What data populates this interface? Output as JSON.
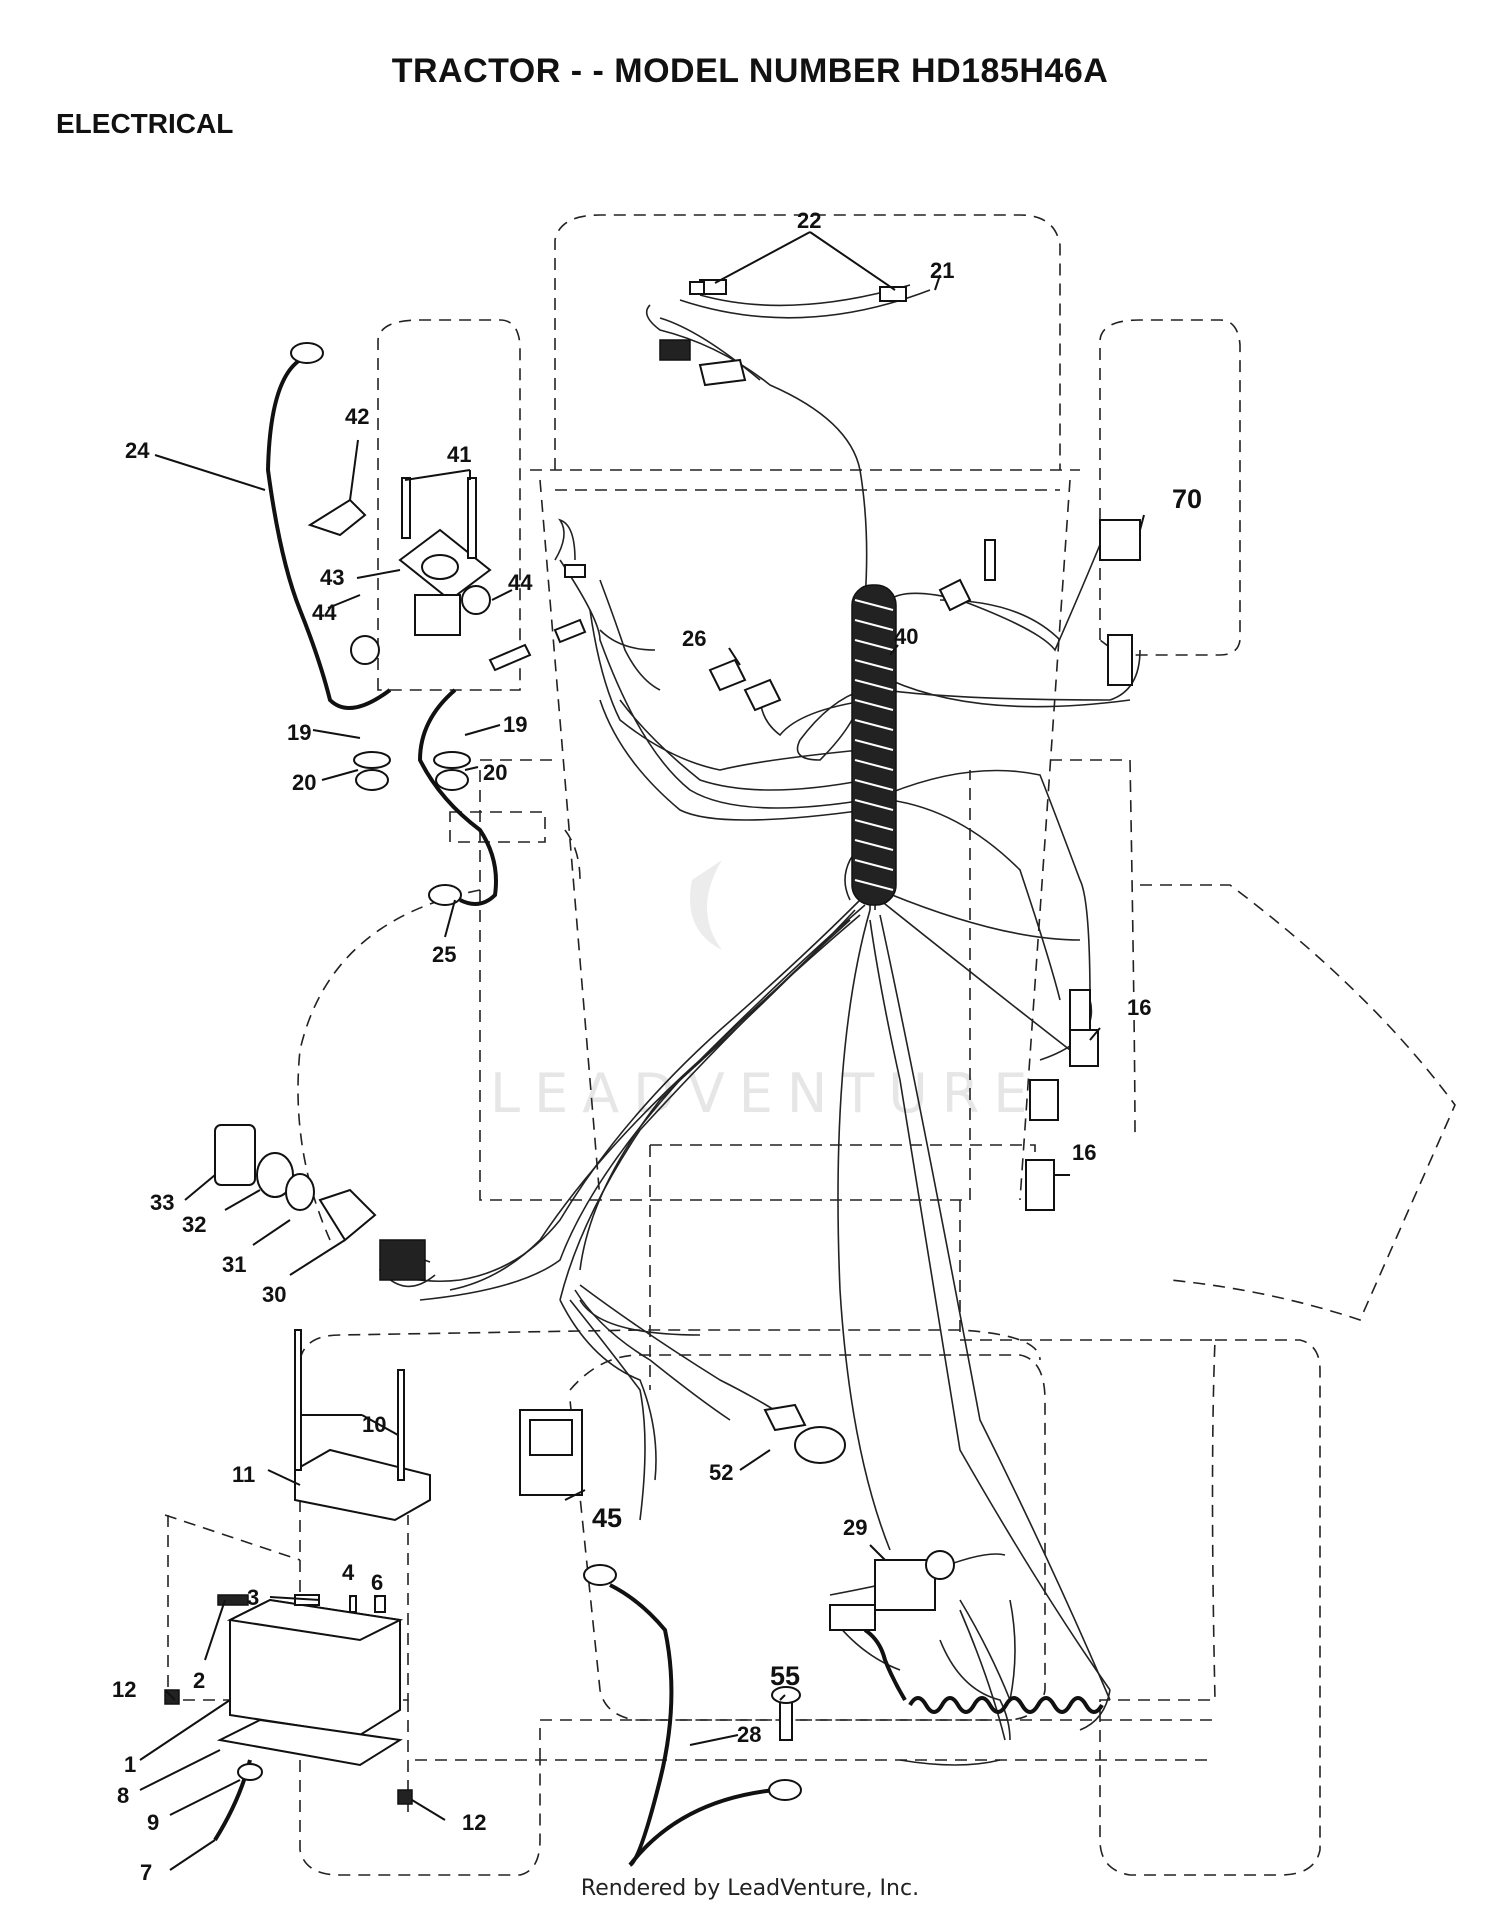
{
  "header": {
    "title": "TRACTOR - - MODEL NUMBER HD185H46A",
    "section": "ELECTRICAL"
  },
  "watermark": "LEADVENTURE",
  "footer": "Rendered by LeadVenture, Inc.",
  "callouts": {
    "p1": "1",
    "p2": "2",
    "p3": "3",
    "p4": "4",
    "p6": "6",
    "p7": "7",
    "p8": "8",
    "p9": "9",
    "p10": "10",
    "p11": "11",
    "p12a": "12",
    "p12b": "12",
    "p16a": "16",
    "p16b": "16",
    "p19a": "19",
    "p19b": "19",
    "p20a": "20",
    "p20b": "20",
    "p21": "21",
    "p22": "22",
    "p24": "24",
    "p25": "25",
    "p26": "26",
    "p28": "28",
    "p29": "29",
    "p30": "30",
    "p31": "31",
    "p32": "32",
    "p33": "33",
    "p40": "40",
    "p41": "41",
    "p42": "42",
    "p43": "43",
    "p44a": "44",
    "p44b": "44",
    "p45": "45",
    "p52": "52",
    "p55": "55",
    "p70": "70"
  }
}
